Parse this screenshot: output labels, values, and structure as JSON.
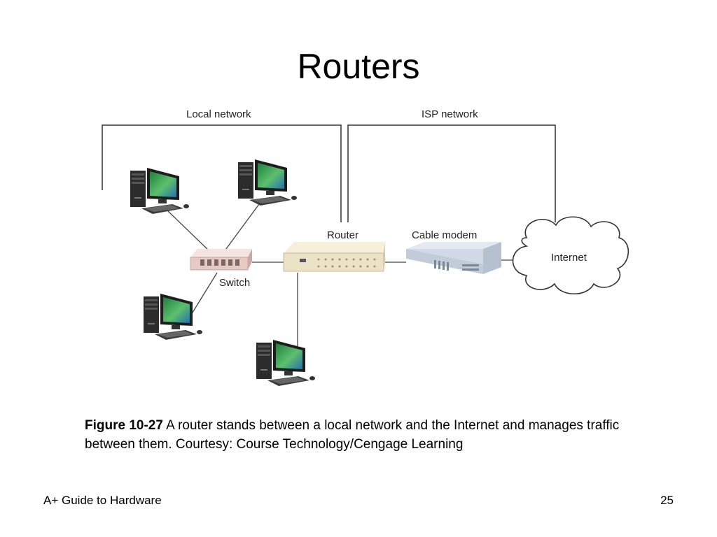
{
  "slide": {
    "title": "Routers",
    "footer_left": "A+ Guide to Hardware",
    "page_number": "25"
  },
  "diagram": {
    "labels": {
      "local_network": "Local network",
      "isp_network": "ISP network",
      "router": "Router",
      "cable_modem": "Cable modem",
      "internet": "Internet",
      "switch": "Switch"
    }
  },
  "caption": {
    "figure_ref": "Figure 10-27",
    "text": " A router stands between a local network and the Internet and manages traffic between them. Courtesy: Course Technology/Cengage Learning"
  },
  "colors": {
    "screen": "#3cae6a",
    "tower": "#2a2a2a",
    "router_body": "#efe6cc",
    "switch_body": "#e9d3cf",
    "modem_body": "#cfd7e2"
  }
}
